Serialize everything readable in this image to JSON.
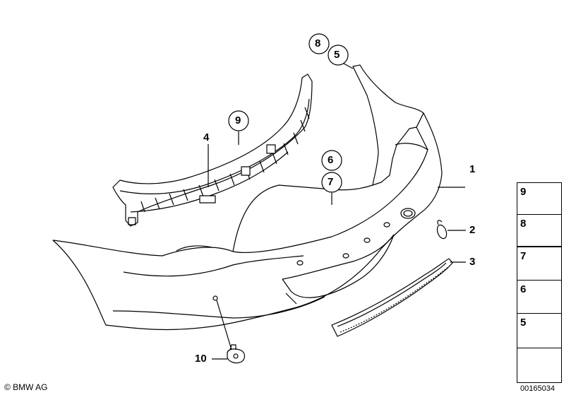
{
  "callouts": {
    "c1": "1",
    "c2": "2",
    "c3": "3",
    "c4": "4",
    "c5": "5",
    "c6": "6",
    "c7": "7",
    "c8": "8",
    "c9": "9",
    "c10": "10"
  },
  "legend": {
    "items": [
      {
        "num": "9",
        "icon": "clip-nut-icon"
      },
      {
        "num": "8",
        "icon": "screw-icon"
      },
      {
        "num": "7",
        "icon": "spring-nut-icon"
      },
      {
        "num": "6",
        "icon": "bolt-with-washer-icon"
      },
      {
        "num": "5",
        "icon": "expanding-nut-icon"
      }
    ],
    "arrow_icon": "direction-arrow-icon"
  },
  "footer": {
    "copyright": "© BMW AG",
    "diagram_id": "00165034"
  }
}
